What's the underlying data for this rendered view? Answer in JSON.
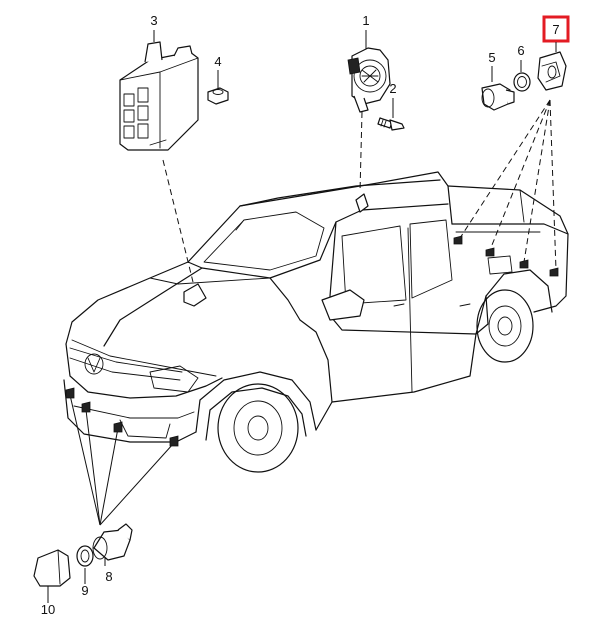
{
  "diagram": {
    "highlight_color": "#e31b23",
    "callouts": [
      "1",
      "2",
      "3",
      "4",
      "5",
      "6",
      "7",
      "8",
      "9",
      "10"
    ],
    "highlighted_callout": "7"
  }
}
